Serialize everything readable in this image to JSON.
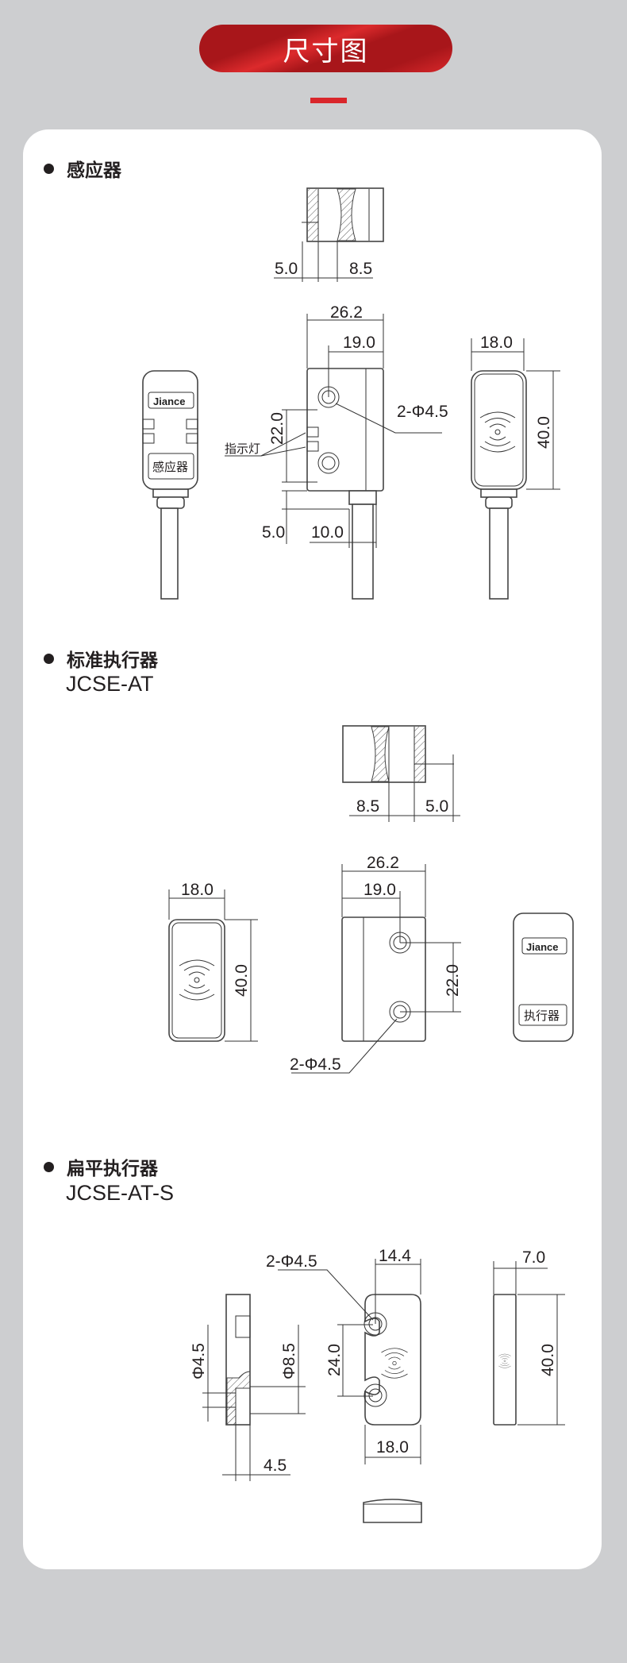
{
  "header": {
    "title": "尺寸图"
  },
  "sections": [
    {
      "title": "感应器",
      "subtitle": "",
      "dims": {
        "top_left": "5.0",
        "top_right": "8.5",
        "overall_width": "26.2",
        "hole_offset": "19.0",
        "hole_spacing": "22.0",
        "holes": "2-Φ4.5",
        "indicator": "指示灯",
        "cable_offset": "5.0",
        "cable_width": "10.0",
        "face_width": "18.0",
        "height": "40.0"
      },
      "logo": "Jiance",
      "label": "感应器"
    },
    {
      "title": "标准执行器",
      "subtitle": "JCSE-AT",
      "dims": {
        "top_left": "8.5",
        "top_right": "5.0",
        "face_width": "18.0",
        "height": "40.0",
        "overall_width": "26.2",
        "hole_offset": "19.0",
        "hole_spacing": "22.0",
        "holes": "2-Φ4.5"
      },
      "logo": "Jiance",
      "label": "执行器"
    },
    {
      "title": "扁平执行器",
      "subtitle": "JCSE-AT-S",
      "dims": {
        "bore_small": "Φ4.5",
        "bore_large": "Φ8.5",
        "counterbore_depth": "4.5",
        "holes": "2-Φ4.5",
        "hole_offset": "14.4",
        "hole_spacing": "24.0",
        "width": "18.0",
        "thickness": "7.0",
        "height": "40.0"
      }
    }
  ]
}
